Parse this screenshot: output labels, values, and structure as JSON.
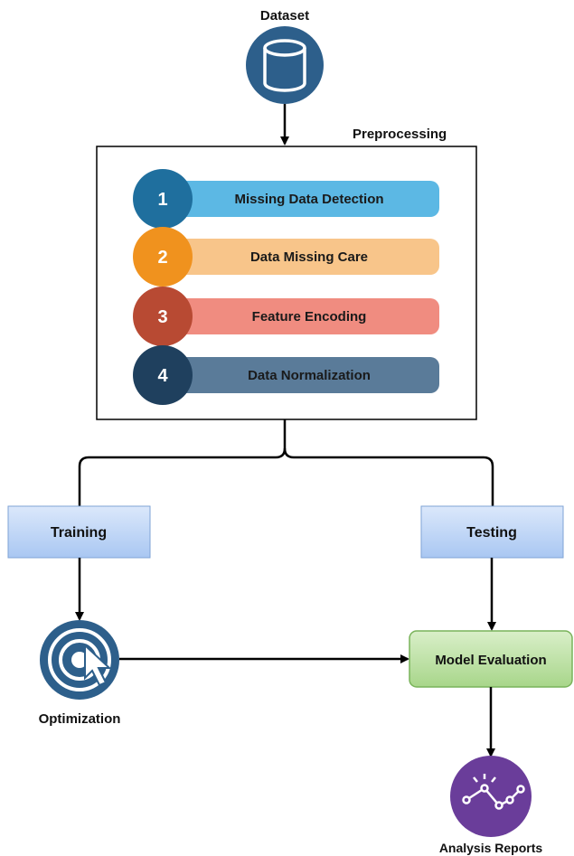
{
  "diagram": {
    "dataset_label": "Dataset",
    "preprocessing_label": "Preprocessing",
    "steps": [
      {
        "number": "1",
        "label": "Missing Data Detection",
        "circle_color": "#1f6f9e",
        "bar_color": "#5cb8e4"
      },
      {
        "number": "2",
        "label": "Data Missing Care",
        "circle_color": "#f0921e",
        "bar_color": "#f8c58a"
      },
      {
        "number": "3",
        "label": "Feature Encoding",
        "circle_color": "#b84a33",
        "bar_color": "#f08c80"
      },
      {
        "number": "4",
        "label": "Data Normalization",
        "circle_color": "#1f405e",
        "bar_color": "#5a7b99"
      }
    ],
    "training_label": "Training",
    "testing_label": "Testing",
    "optimization_label": "Optimization",
    "model_evaluation_label": "Model Evaluation",
    "analysis_reports_label": "Analysis Reports",
    "colors": {
      "dataset_circle": "#2d5f8b",
      "optimization_icon": "#2d5f8b",
      "analysis_circle": "#6a3d9a",
      "train_test_fill_top": "#dbe8fb",
      "train_test_fill_bottom": "#a9c7f2",
      "train_test_stroke": "#7fa3d6",
      "model_eval_fill_top": "#d9efc9",
      "model_eval_fill_bottom": "#a8d68a",
      "model_eval_stroke": "#79b35a"
    },
    "icons": [
      "database-icon",
      "target-icon",
      "cursor-icon",
      "analytics-chart-icon"
    ]
  }
}
